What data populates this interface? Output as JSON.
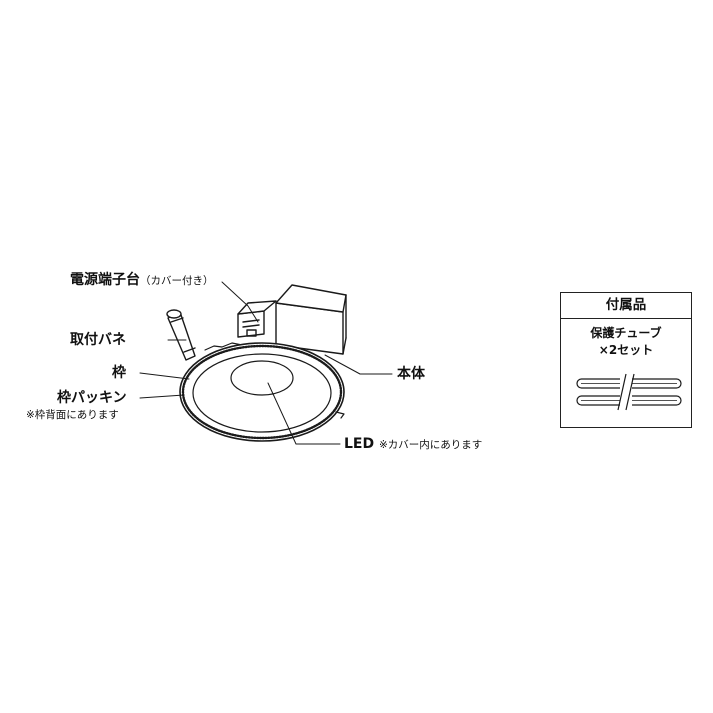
{
  "labels": {
    "terminal_block": "電源端子台",
    "terminal_block_note": "（カバー付き）",
    "mounting_spring": "取付バネ",
    "frame": "枠",
    "frame_packing": "枠パッキン",
    "frame_packing_note": "※枠背面にあります",
    "body": "本体",
    "led": "LED",
    "led_note": "※カバー内にあります"
  },
  "accessories": {
    "title": "付属品",
    "item_line1": "保護チューブ",
    "item_line2": "×2セット"
  }
}
